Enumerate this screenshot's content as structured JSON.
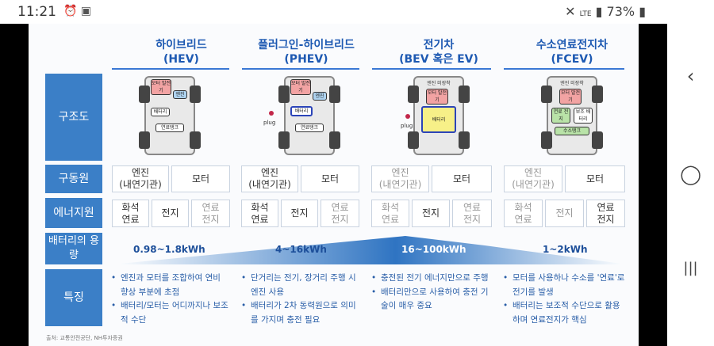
{
  "status_bar": {
    "time": "11:21",
    "right_text": "73%",
    "network": "LTE"
  },
  "nav": {
    "back_icon": "‹",
    "home_icon": "◯",
    "recents_icon": "|||"
  },
  "columns": [
    {
      "name": "하이브리드",
      "abbr": "(HEV)"
    },
    {
      "name": "플러그인-하이브리드",
      "abbr": "(PHEV)"
    },
    {
      "name": "전기차",
      "abbr": "(BEV 혹은 EV)"
    },
    {
      "name": "수소연료전지차",
      "abbr": "(FCEV)"
    }
  ],
  "row_labels": {
    "structure": "구조도",
    "drive": "구동원",
    "energy": "에너지원",
    "battery": "배터리의 용량",
    "features": "특징"
  },
  "diagrams": [
    {
      "top": "모터 발전기",
      "mid": "엔진",
      "box": "배터리",
      "bottom": "연료탱크"
    },
    {
      "top": "모터 발전기",
      "mid": "엔진",
      "box": "배터리",
      "bottom": "연료탱크",
      "plug": "plug"
    },
    {
      "caption": "엔진 미장착",
      "top": "모터 발전기",
      "box": "배터리",
      "plug": "plug"
    },
    {
      "caption": "엔진 미장착",
      "top": "모터 발전기",
      "box": "연료 전지",
      "side": "보조 배터리",
      "bottom": "수소탱크"
    }
  ],
  "drive": [
    [
      "엔진\n(내연기관)",
      "모터"
    ],
    [
      "엔진\n(내연기관)",
      "모터"
    ],
    [
      "엔진\n(내연기관)",
      "모터"
    ],
    [
      "엔진\n(내연기관)",
      "모터"
    ]
  ],
  "energy": [
    [
      "화석\n연료",
      "전지",
      "연료\n전지"
    ],
    [
      "화석\n연료",
      "전지",
      "연료\n전지"
    ],
    [
      "화석\n연료",
      "전지",
      "연료\n전지"
    ],
    [
      "화석\n연료",
      "전지",
      "연료\n전지"
    ]
  ],
  "capacity": [
    "0.98~1.8kWh",
    "4~16kWh",
    "16~100kWh",
    "1~2kWh"
  ],
  "features": [
    [
      "엔진과 모터를 조합하여 연비 향상 부분에 초점",
      "배터리/모터는 어디까지나 보조적 수단"
    ],
    [
      "단거리는 전기, 장거리 주행 시 엔진 사용",
      "배터리가 2차 동력원으로 의미를 가지며 충전 필요"
    ],
    [
      "충전된 전기 에너지만으로 주행",
      "배터리만으로 사용하여 충전 기술이 매우 중요"
    ],
    [
      "모터를 사용하나 수소를 '연료'로 전기를 발생",
      "배터리는 보조적 수단으로 활용하며 연료전지가 핵심"
    ]
  ],
  "source": "출처: 교통안전공단, NH투자증권",
  "colors": {
    "accent": "#1d59b2",
    "row_label_bg": "#3b7fc7",
    "feature_text": "#2a5fa8",
    "battery_highlight": "#f7f088"
  }
}
